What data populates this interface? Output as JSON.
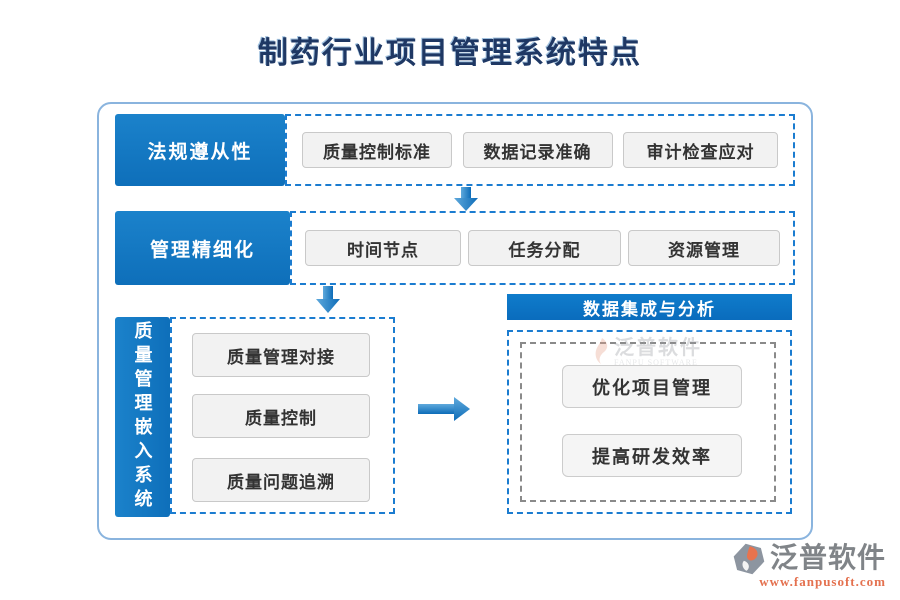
{
  "title": "制药行业项目管理系统特点",
  "colors": {
    "solid_blue": "#1077c2",
    "dashed_blue": "#1b7cd0",
    "outer_border": "#8ab4de",
    "gray_box_bg": "#f2f2f2",
    "gray_dashed": "#8a8a8a",
    "title_navy": "#1f3864",
    "logo_orange": "#e4714f"
  },
  "rows": [
    {
      "label": "法规遵从性",
      "items": [
        "质量控制标准",
        "数据记录准确",
        "审计检查应对"
      ]
    },
    {
      "label": "管理精细化",
      "items": [
        "时间节点",
        "任务分配",
        "资源管理"
      ]
    },
    {
      "label": "质量管理嵌入系统",
      "items": [
        "质量管理对接",
        "质量控制",
        "质量问题追溯"
      ]
    }
  ],
  "result": {
    "header": "数据集成与分析",
    "items": [
      "优化项目管理",
      "提高研发效率"
    ]
  },
  "watermark": {
    "text": "泛普软件",
    "subtext": "FANPU SOFTWARE"
  },
  "logo": {
    "text": "泛普软件",
    "url": "www.fanpusoft.com"
  }
}
